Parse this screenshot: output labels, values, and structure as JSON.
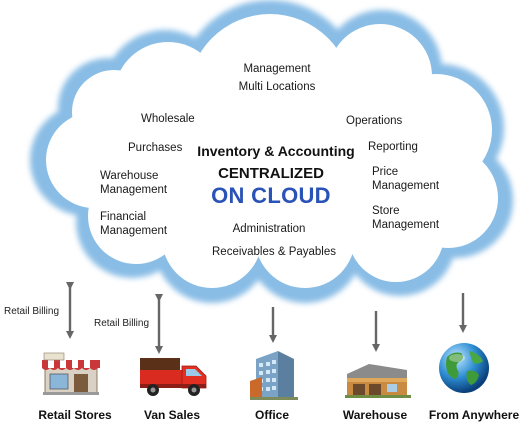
{
  "cloud": {
    "top_items": [
      "Management",
      "Multi Locations"
    ],
    "left_items": [
      "Wholesale",
      "Purchases",
      "Warehouse\nManagement",
      "Financial\nManagement"
    ],
    "right_items": [
      "Operations",
      "Reporting",
      "Price\nManagement",
      "Store\nManagement"
    ],
    "bottom_items": [
      "Administration",
      "Receivables & Payables"
    ],
    "headline_1": "Inventory & Accounting",
    "headline_2": "CENTRALIZED",
    "headline_3": "ON CLOUD"
  },
  "billing_labels": [
    "Retail Billing",
    "Retail Billing"
  ],
  "destinations": [
    {
      "label": "Retail Stores",
      "icon": "store-icon"
    },
    {
      "label": "Van Sales",
      "icon": "truck-icon"
    },
    {
      "label": "Office",
      "icon": "office-building-icon"
    },
    {
      "label": "Warehouse",
      "icon": "warehouse-icon"
    },
    {
      "label": "From Anywhere",
      "icon": "globe-icon"
    }
  ],
  "colors": {
    "cloud_fill": "#ffffff",
    "cloud_edge": "#8cc0e6",
    "cloud_glow": "#5ba5da",
    "headline_blue": "#2a53b7",
    "arrow": "#666666"
  }
}
